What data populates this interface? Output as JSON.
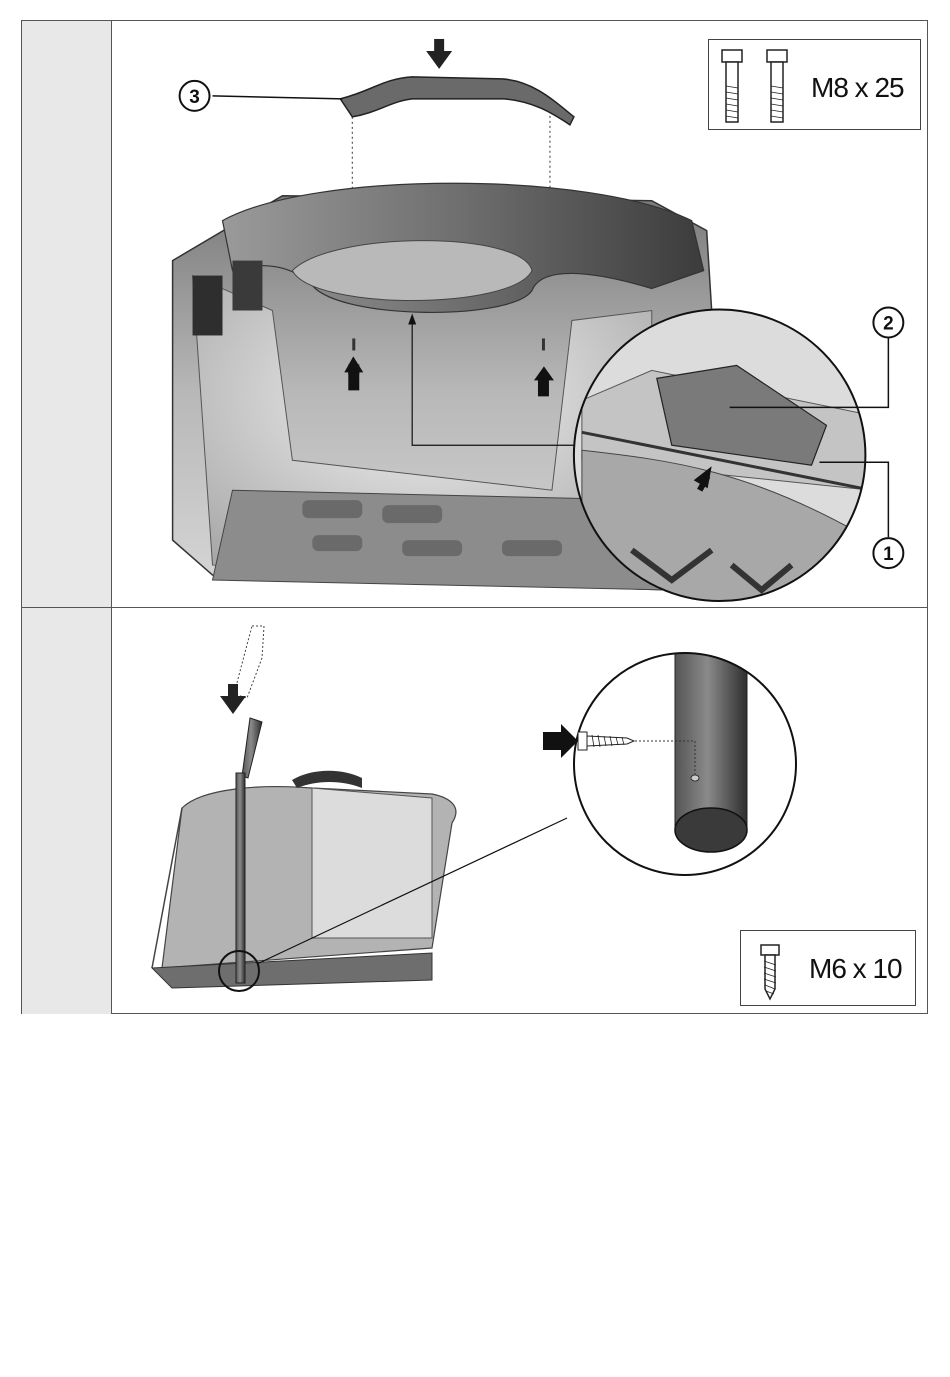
{
  "steps": [
    {
      "hardware": {
        "label": "M8 x 25",
        "icon": "bolt-icon",
        "count": 2
      },
      "callouts": [
        "3",
        "2",
        "1"
      ]
    },
    {
      "hardware": {
        "label": "M6 x 10",
        "icon": "screw-icon",
        "count": 1
      }
    }
  ]
}
